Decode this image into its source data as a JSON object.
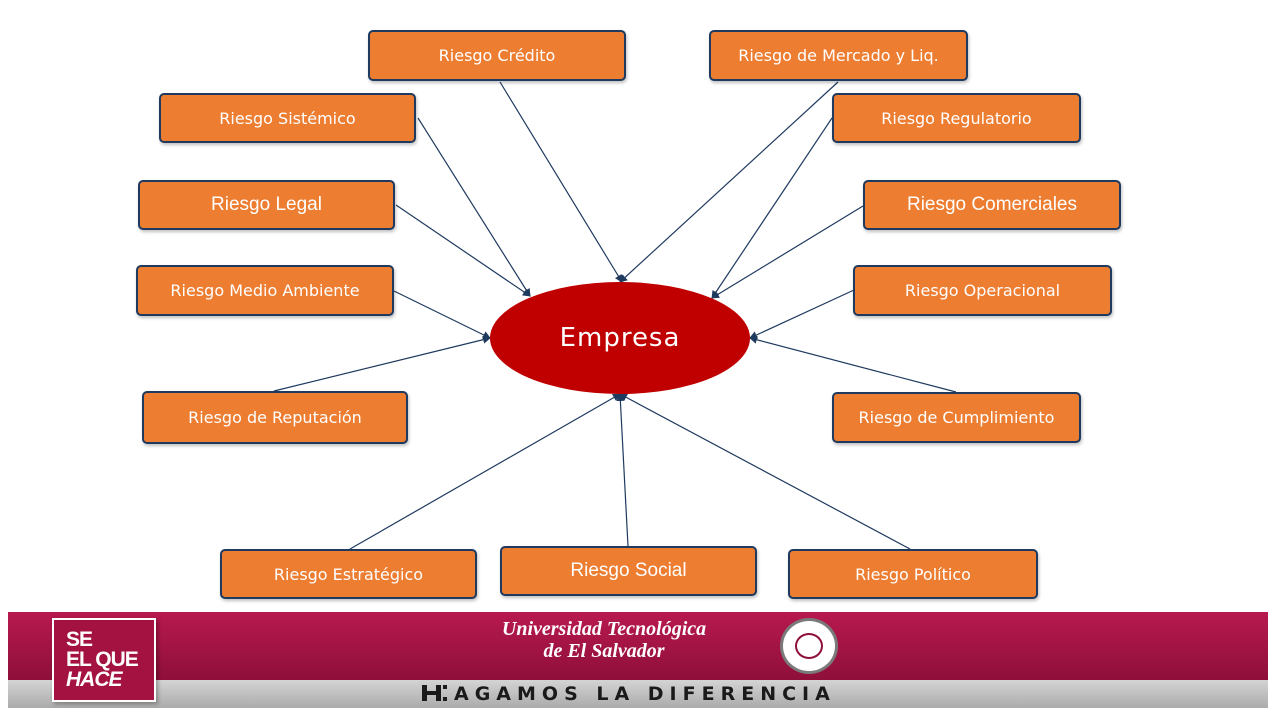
{
  "center": {
    "label": "Empresa"
  },
  "nodes": [
    {
      "id": "credito",
      "label": "Riesgo Crédito"
    },
    {
      "id": "mercado",
      "label": "Riesgo de Mercado y Liq."
    },
    {
      "id": "sistemico",
      "label": "Riesgo Sistémico"
    },
    {
      "id": "regulatorio",
      "label": "Riesgo Regulatorio"
    },
    {
      "id": "legal",
      "label": "Riesgo Legal"
    },
    {
      "id": "comerciales",
      "label": "Riesgo Comerciales"
    },
    {
      "id": "medio_ambiente",
      "label": "Riesgo Medio Ambiente"
    },
    {
      "id": "operacional",
      "label": "Riesgo Operacional"
    },
    {
      "id": "reputacion",
      "label": "Riesgo de Reputación"
    },
    {
      "id": "cumplimiento",
      "label": "Riesgo de Cumplimiento"
    },
    {
      "id": "estrategico",
      "label": "Riesgo Estratégico"
    },
    {
      "id": "social",
      "label": "Riesgo Social"
    },
    {
      "id": "politico",
      "label": "Riesgo Político"
    }
  ],
  "edges_to_center": [
    "credito",
    "mercado",
    "sistemico",
    "regulatorio",
    "legal",
    "comerciales",
    "medio_ambiente",
    "operacional",
    "reputacion",
    "cumplimiento",
    "estrategico",
    "social",
    "politico"
  ],
  "colors": {
    "box_fill": "#ED7D31",
    "box_border": "#1F3A5F",
    "center_fill": "#C00000",
    "arrow": "#1F3A5F",
    "banner": "#A31241"
  },
  "footer": {
    "badge_lines": [
      "SE",
      "EL QUE",
      "HACE"
    ],
    "university_line1": "Universidad Tecnológica",
    "university_line2": "de El Salvador",
    "slogan": "AGAMOS LA DIFERENCIA",
    "seal_icon": "university-seal-icon"
  }
}
